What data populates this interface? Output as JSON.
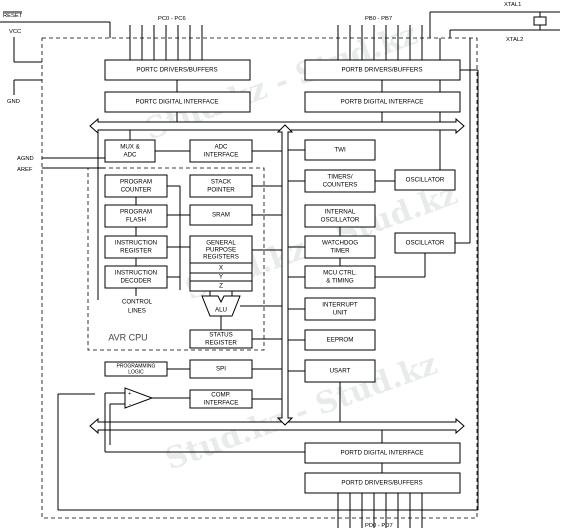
{
  "watermark": "Stud.kz - Stud.kz",
  "pins": {
    "reset": "RESET",
    "vcc": "VCC",
    "gnd": "GND",
    "agnd": "AGND",
    "aref": "AREF",
    "xtal1": "XTAL1",
    "xtal2": "XTAL2",
    "portc_pins": "PC0 - PC6",
    "portb_pins": "PB0 - PB7",
    "portd_pins": "PD0 - PD7"
  },
  "blocks": {
    "portc_drivers": "PORTC DRIVERS/BUFFERS",
    "portc_digital": "PORTC DIGITAL INTERFACE",
    "portb_drivers": "PORTB DRIVERS/BUFFERS",
    "portb_digital": "PORTB DIGITAL INTERFACE",
    "mux_adc": [
      "MUX &",
      "ADC"
    ],
    "adc_interface": [
      "ADC",
      "INTERFACE"
    ],
    "twi": "TWI",
    "program_counter": [
      "PROGRAM",
      "COUNTER"
    ],
    "stack_pointer": [
      "STACK",
      "POINTER"
    ],
    "timers_counters": [
      "TIMERS/",
      "COUNTERS"
    ],
    "oscillator_1": "OSCILLATOR",
    "program_flash": [
      "PROGRAM",
      "FLASH"
    ],
    "sram": "SRAM",
    "internal_oscillator": [
      "INTERNAL",
      "OSCILLATOR"
    ],
    "instruction_register": [
      "INSTRUCTION",
      "REGISTER"
    ],
    "gp_registers": [
      "GENERAL",
      "PURPOSE",
      "REGISTERS"
    ],
    "reg_x": "X",
    "reg_y": "Y",
    "reg_z": "Z",
    "watchdog_timer": [
      "WATCHDOG",
      "TIMER"
    ],
    "oscillator_2": "OSCILLATOR",
    "instruction_decoder": [
      "INSTRUCTION",
      "DECODER"
    ],
    "mcu_ctrl": [
      "MCU CTRL.",
      "& TIMING"
    ],
    "control_lines": [
      "CONTROL",
      "LINES"
    ],
    "alu": "ALU",
    "interrupt_unit": [
      "INTERRUPT",
      "UNIT"
    ],
    "avr_cpu": "AVR CPU",
    "status_register": [
      "STATUS",
      "REGISTER"
    ],
    "eeprom": "EEPROM",
    "programming_logic": [
      "PROGRAMMING",
      "LOGIC"
    ],
    "spi": "SPI",
    "usart": "USART",
    "comp_interface": [
      "COMP.",
      "INTERFACE"
    ],
    "comparator_plus": "+",
    "comparator_minus": "-",
    "portd_digital": "PORTD DIGITAL INTERFACE",
    "portd_drivers": "PORTD DRIVERS/BUFFERS"
  }
}
